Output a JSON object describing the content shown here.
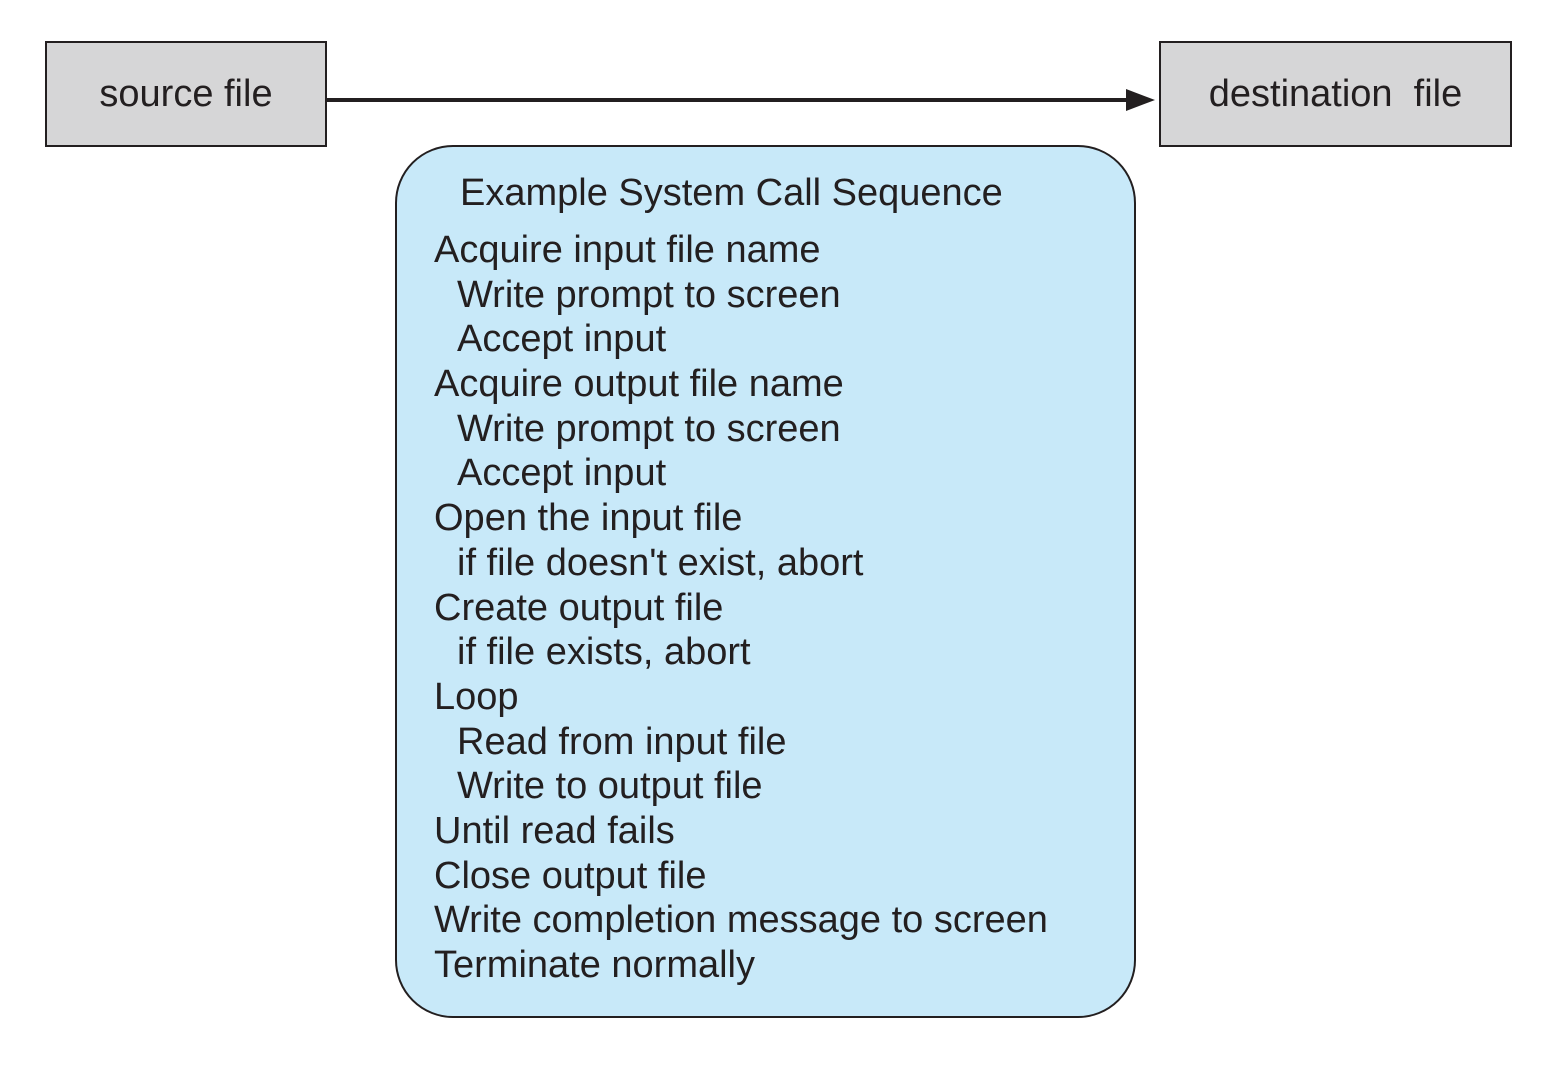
{
  "source_box": {
    "label": "source file"
  },
  "destination_box": {
    "label": "destination  file"
  },
  "sequence_panel": {
    "title": "Example System Call Sequence",
    "steps": [
      {
        "text": "Acquire input file name",
        "indent": 0
      },
      {
        "text": "Write prompt to screen",
        "indent": 1
      },
      {
        "text": "Accept input",
        "indent": 1
      },
      {
        "text": "Acquire output file name",
        "indent": 0
      },
      {
        "text": "Write prompt to screen",
        "indent": 1
      },
      {
        "text": "Accept input",
        "indent": 1
      },
      {
        "text": "Open the input file",
        "indent": 0
      },
      {
        "text": "if file doesn't exist, abort",
        "indent": 1
      },
      {
        "text": "Create output file",
        "indent": 0
      },
      {
        "text": "if file exists, abort",
        "indent": 1
      },
      {
        "text": "Loop",
        "indent": 0
      },
      {
        "text": "Read from input file",
        "indent": 1
      },
      {
        "text": "Write to output file",
        "indent": 1
      },
      {
        "text": "Until read fails",
        "indent": 0
      },
      {
        "text": "Close output file",
        "indent": 0
      },
      {
        "text": "Write completion message to screen",
        "indent": 0
      },
      {
        "text": "Terminate normally",
        "indent": 0
      }
    ]
  },
  "colors": {
    "file_box_fill": "#d6d6d7",
    "panel_fill": "#c8e9f9",
    "stroke": "#231f20"
  }
}
